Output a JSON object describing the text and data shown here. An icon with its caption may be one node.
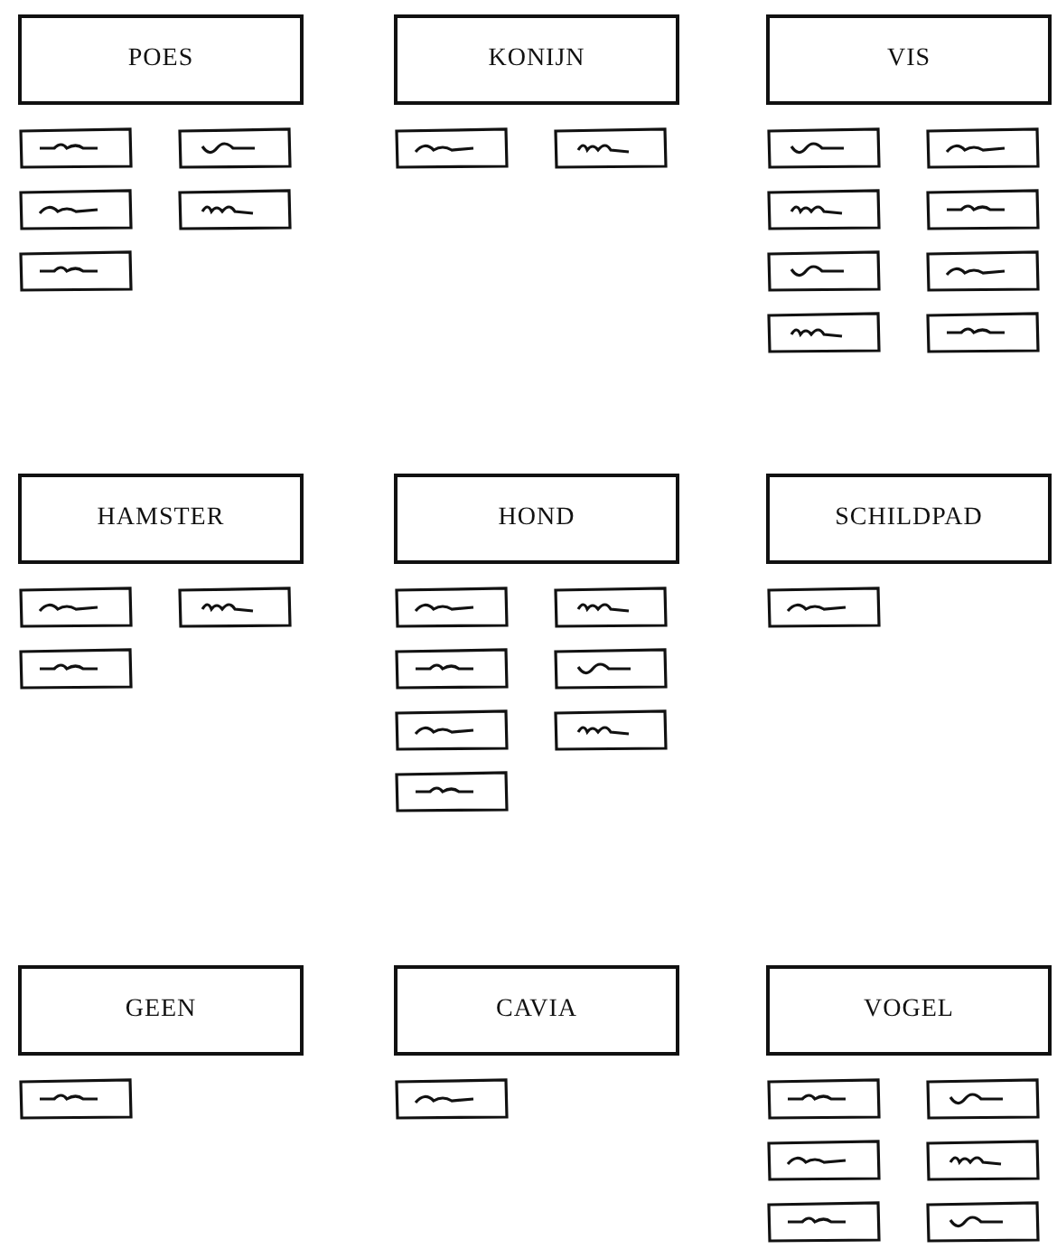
{
  "diagram": {
    "nodes": [
      {
        "text": [
          "POES"
        ]
      },
      {
        "text": [],
        "shape": "box"
      },
      {
        "text": [],
        "shape": "box"
      },
      {
        "text": [],
        "shape": "box"
      },
      {
        "text": [],
        "shape": "box"
      },
      {
        "text": [],
        "shape": "box"
      },
      {
        "text": [
          "KONIJN"
        ]
      },
      {
        "text": [],
        "shape": "box"
      },
      {
        "text": [],
        "shape": "box"
      },
      {
        "text": [
          "VIS"
        ]
      },
      {
        "text": [],
        "shape": "box"
      },
      {
        "text": [],
        "shape": "box"
      },
      {
        "text": [],
        "shape": "box"
      },
      {
        "text": [],
        "shape": "box"
      },
      {
        "text": [],
        "shape": "box"
      },
      {
        "text": [],
        "shape": "box"
      },
      {
        "text": [],
        "shape": "box"
      },
      {
        "text": [],
        "shape": "box"
      },
      {
        "text": [
          "HAMSTER"
        ]
      },
      {
        "text": [],
        "shape": "box"
      },
      {
        "text": [],
        "shape": "box"
      },
      {
        "text": [],
        "shape": "box"
      },
      {
        "text": [
          "HOND"
        ]
      },
      {
        "text": [],
        "shape": "box"
      },
      {
        "text": [],
        "shape": "box"
      },
      {
        "text": [],
        "shape": "box"
      },
      {
        "text": [],
        "shape": "box"
      },
      {
        "text": [],
        "shape": "box"
      },
      {
        "text": [],
        "shape": "box"
      },
      {
        "text": [],
        "shape": "box"
      },
      {
        "text": [
          "SCHILDPAD"
        ]
      },
      {
        "text": [],
        "shape": "box"
      },
      {
        "text": [
          "GEEN"
        ]
      },
      {
        "text": [],
        "shape": "box"
      },
      {
        "text": [
          "CAVIA"
        ]
      },
      {
        "text": [],
        "shape": "box"
      },
      {
        "text": [
          "VOGEL"
        ]
      },
      {
        "text": [],
        "shape": "box"
      },
      {
        "text": [],
        "shape": "box"
      },
      {
        "text": [],
        "shape": "box"
      },
      {
        "text": [],
        "shape": "box"
      },
      {
        "text": [],
        "shape": "box"
      },
      {
        "text": [],
        "shape": "box"
      }
    ]
  }
}
